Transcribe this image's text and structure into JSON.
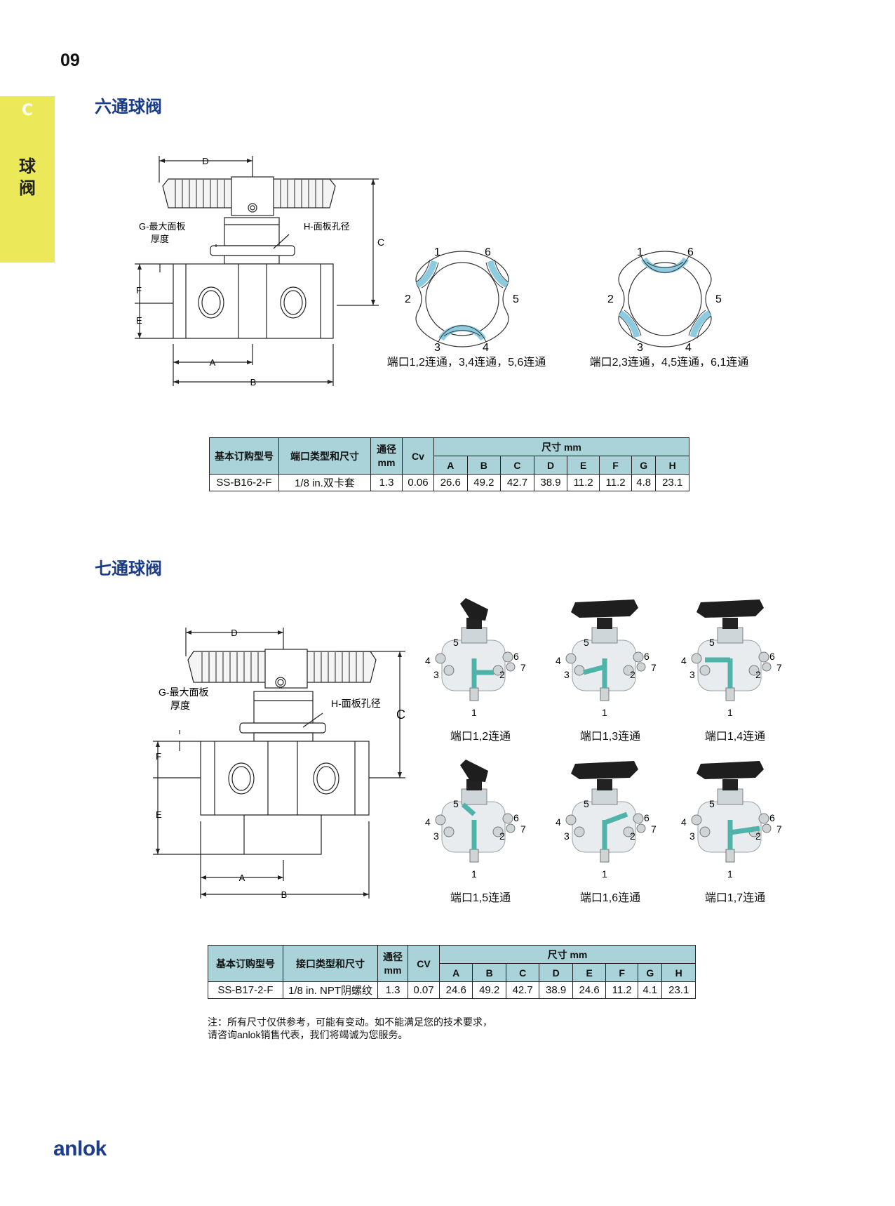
{
  "page": {
    "number": "09",
    "brand": "anlok"
  },
  "side_tab": {
    "letter": "C",
    "line1": "球",
    "line2": "阀"
  },
  "section1": {
    "title": "六通球阀",
    "drawing_labels": {
      "D": "D",
      "C": "C",
      "F": "F",
      "E": "E",
      "A": "A",
      "B": "B",
      "G": "G-最大面板",
      "G2": "厚度",
      "H": "H-面板孔径"
    },
    "flow_diagrams": [
      {
        "ports": [
          "1",
          "6",
          "2",
          "5",
          "3",
          "4"
        ],
        "caption": "端口1,2连通，3,4连通，5,6连通"
      },
      {
        "ports": [
          "1",
          "6",
          "2",
          "5",
          "3",
          "4"
        ],
        "caption": "端口2,3连通，4,5连通，6,1连通"
      }
    ],
    "table": {
      "headers": {
        "model": "基本订购型号",
        "port": "端口类型和尺寸",
        "bore1": "通径",
        "bore2": "mm",
        "cv": "Cv",
        "dims": "尺寸 mm"
      },
      "dim_letters": [
        "A",
        "B",
        "C",
        "D",
        "E",
        "F",
        "G",
        "H"
      ],
      "row": {
        "model": "SS-B16-2-F",
        "port": "1/8 in.双卡套",
        "bore": "1.3",
        "cv": "0.06",
        "dims": [
          "26.6",
          "49.2",
          "42.7",
          "38.9",
          "11.2",
          "11.2",
          "4.8",
          "23.1"
        ]
      }
    }
  },
  "section2": {
    "title": "七通球阀",
    "drawing_labels": {
      "D": "D",
      "C": "C",
      "F": "F",
      "E": "E",
      "A": "A",
      "B": "B",
      "G": "G-最大面板",
      "G2": "厚度",
      "H": "H-面板孔径"
    },
    "valve_images": [
      {
        "caption": "端口1,2连通"
      },
      {
        "caption": "端口1,3连通"
      },
      {
        "caption": "端口1,4连通"
      },
      {
        "caption": "端口1,5连通"
      },
      {
        "caption": "端口1,6连通"
      },
      {
        "caption": "端口1,7连通"
      }
    ],
    "port_numbers": [
      "1",
      "2",
      "3",
      "4",
      "5",
      "6",
      "7"
    ],
    "table": {
      "headers": {
        "model": "基本订购型号",
        "port": "接口类型和尺寸",
        "bore1": "通径",
        "bore2": "mm",
        "cv": "CV",
        "dims": "尺寸 mm"
      },
      "dim_letters": [
        "A",
        "B",
        "C",
        "D",
        "E",
        "F",
        "G",
        "H"
      ],
      "row": {
        "model": "SS-B17-2-F",
        "port": "1/8 in. NPT阴螺纹",
        "bore": "1.3",
        "cv": "0.07",
        "dims": [
          "24.6",
          "49.2",
          "42.7",
          "38.9",
          "24.6",
          "11.2",
          "4.1",
          "23.1"
        ]
      }
    }
  },
  "note": {
    "line1": "注：所有尺寸仅供参考，可能有变动。如不能满足您的技术要求，",
    "line2": "请咨询anlok销售代表，我们将竭诚为您服务。"
  },
  "colors": {
    "accent_blue": "#183b8a",
    "tab_yellow": "#ebe85a",
    "table_header": "#a9d3d8",
    "flow_channel": "#8ccbe0"
  }
}
